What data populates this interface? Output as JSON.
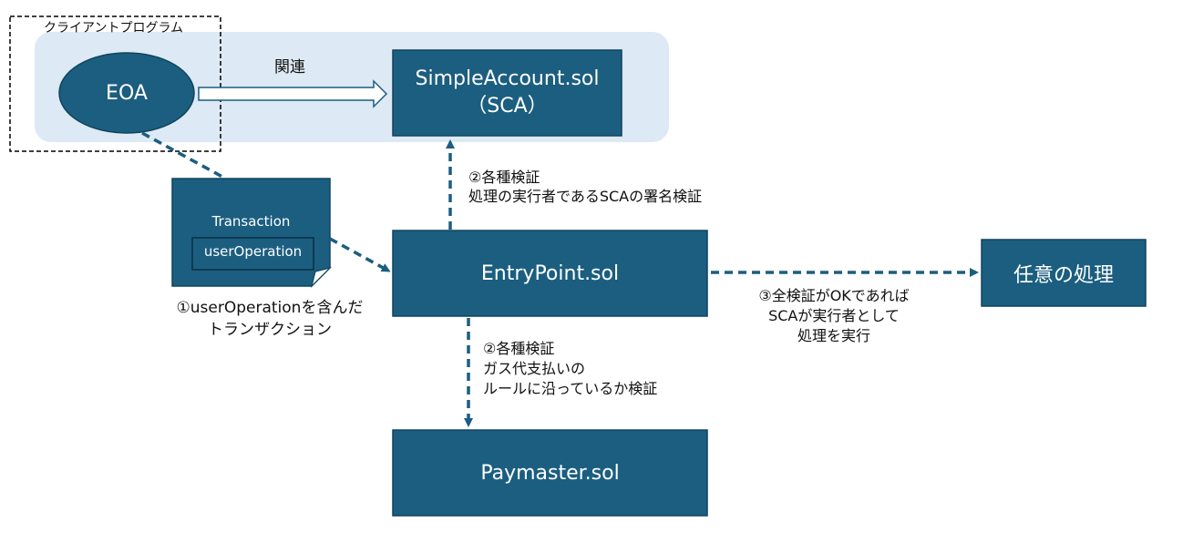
{
  "client_group": {
    "label": "クライアントプログラム"
  },
  "nodes": {
    "eoa": "EOA",
    "simple_account": "SimpleAccount.sol\n（SCA）",
    "entry_point": "EntryPoint.sol",
    "paymaster": "Paymaster.sol",
    "arbitrary": "任意の処理"
  },
  "document": {
    "title": "Transaction",
    "inner": "userOperation"
  },
  "edges": {
    "eoa_to_sca": "関連",
    "tx_caption": "①userOperationを含んだ\nトランザクション",
    "entry_to_sca": "②各種検証\n処理の実行者であるSCAの署名検証",
    "entry_to_paymaster": "②各種検証\nガス代支払いの\nルールに沿っているか検証",
    "entry_to_arbitrary": "③全検証がOKであれば\nSCAが実行者として\n処理を実行"
  },
  "colors": {
    "box_fill": "#1b5e80",
    "box_stroke": "#10445f",
    "highlight_bg": "#dde9f5",
    "arrow": "#1b5e80"
  }
}
